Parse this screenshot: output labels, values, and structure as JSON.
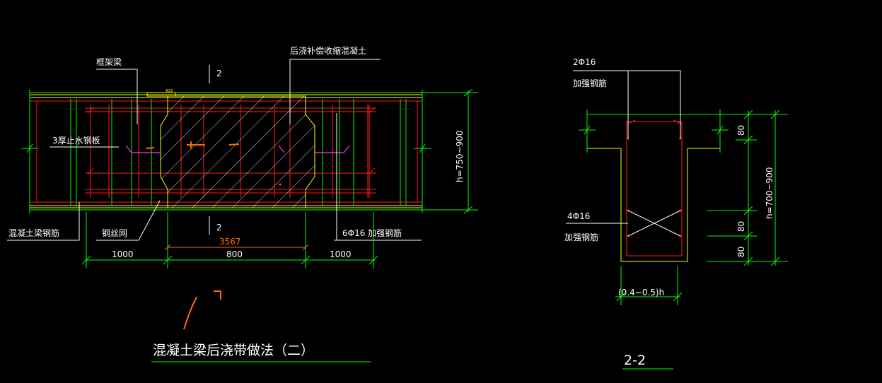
{
  "left_detail": {
    "labels": {
      "frame_beam": "框架梁",
      "post_cast_concrete": "后浇补偿收缩混凝土",
      "waterstop_plate": "3厚止水钢板",
      "concrete_beam_rebar": "混凝土梁钢筋",
      "steel_mesh": "钢丝网",
      "extra_rebar": "6Φ16 加强钢筋",
      "tiny_note": "Φ22"
    },
    "section_markers": {
      "top": "2",
      "bottom": "2"
    },
    "height_dim": "h=750~900",
    "dims": {
      "overall": "3567",
      "left": "1000",
      "middle": "800",
      "right": "1000"
    },
    "title": "混凝土梁后浇带做法（二）"
  },
  "right_detail": {
    "labels": {
      "top_rebar": "2Φ16",
      "top_rebar_note": "加强钢筋",
      "bottom_rebar": "4Φ16",
      "bottom_rebar_note": "加强钢筋"
    },
    "dims": {
      "top_80": "80",
      "height": "h=700~900",
      "mid_80": "80",
      "bot_80": "80",
      "width": "(0.4~0.5)h"
    },
    "title": "2-2"
  },
  "colors": {
    "background": "#000000",
    "dimension": "#00ff00",
    "outline": "#ffff00",
    "rebar": "#ff1a1a",
    "waterstop": "#ff33ff",
    "leader": "#ffffff",
    "annotation": "#ff6a00"
  }
}
